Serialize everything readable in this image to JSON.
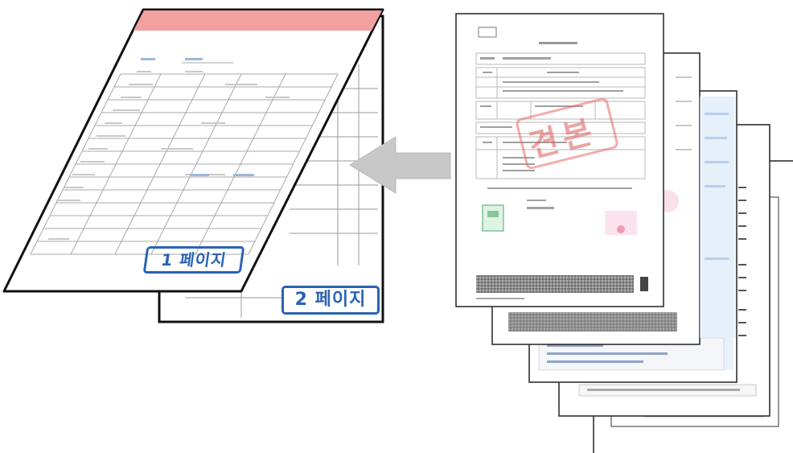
{
  "left_form": {
    "page1_label": "1 페이지",
    "page2_label": "2 페이지",
    "header_color": "#f2a0a0"
  },
  "right_stack": {
    "top_sheet_stamp": "견본",
    "stamp_color": "#e05a5a",
    "sheet_count": 6
  },
  "arrow": {
    "direction": "left",
    "color": "#c8c8c8"
  }
}
